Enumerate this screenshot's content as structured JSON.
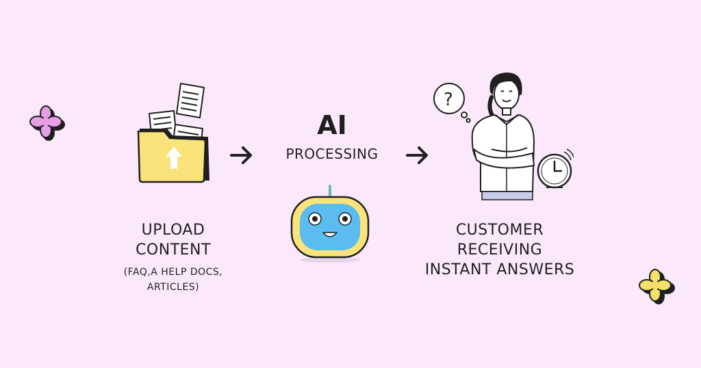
{
  "step1": {
    "title_lines": [
      "UPLOAD",
      "CONTENT"
    ],
    "subtitle_lines": [
      "(FAQ,A HELP DOCS,",
      "ARTICLES)"
    ],
    "icon": "folder-upload-icon"
  },
  "step2": {
    "ai": "AI",
    "processing": "PROCESSING",
    "icon": "robot-icon"
  },
  "step3": {
    "title_lines": [
      "CUSTOMER",
      "RECEIVING",
      "INSTANT ANSWERS"
    ],
    "icon": "customer-woman-icon"
  },
  "arrows": [
    "arrow-right-icon",
    "arrow-right-icon"
  ],
  "colors": {
    "background": "#fbe9fb",
    "folder_yellow": "#f9e37a",
    "robot_blue": "#5bbcf0",
    "pink_sparkle": "#e79ee6",
    "yellow_sparkle": "#f4e06a"
  }
}
